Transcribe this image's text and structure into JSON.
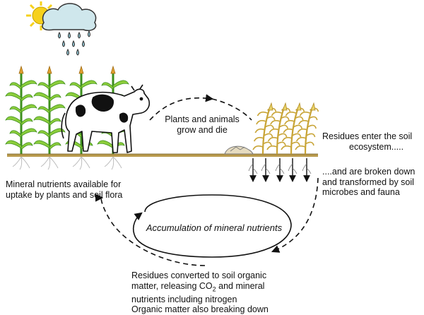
{
  "labels": {
    "plants_animals": [
      "Plants and animals",
      "grow and die"
    ],
    "residues_enter": [
      "Residues enter the soil",
      "ecosystem....."
    ],
    "broken_down": [
      "....and are broken down",
      "and transformed by soil",
      "microbes and fauna"
    ],
    "mineral_nutrients": [
      "Mineral nutrients available for",
      "uptake by plants and soil flora"
    ],
    "accumulation": "Accumulation of mineral nutrients",
    "residues_converted": {
      "line1": "Residues converted to soil organic",
      "line2_before": "matter, releasing CO",
      "line2_sub": "2",
      "line2_after": " and mineral",
      "line3": "nutrients including nitrogen",
      "line4": "Organic matter also breaking down"
    }
  },
  "colors": {
    "ground": "#b99a4d",
    "leaf_green": "#8ccd3b",
    "leaf_dark": "#3d8f1e",
    "dry_crop": "#e9d36a",
    "tassel": "#e0a030",
    "cloud": "#cfe7ec",
    "rain": "#8fc3d0",
    "sun": "#f6d11c",
    "arrow": "#111111"
  },
  "icons": [
    "sun-icon",
    "rain-cloud-icon",
    "cow-icon",
    "corn-plant-icon",
    "dry-crop-icon",
    "root-arrow-icon"
  ]
}
